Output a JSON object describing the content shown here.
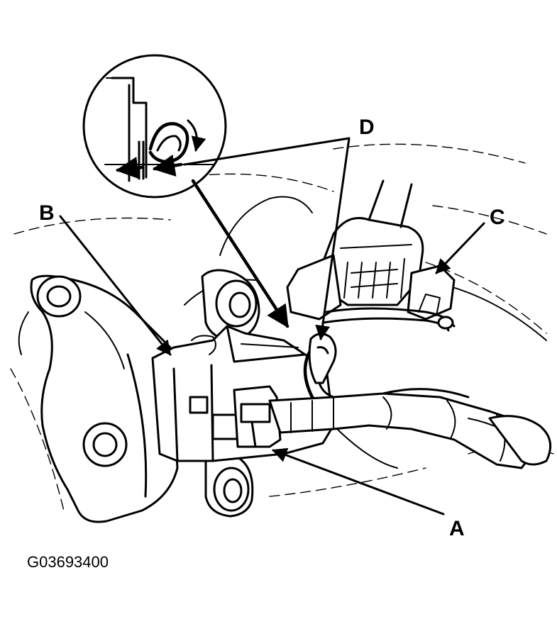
{
  "figure": {
    "callouts": [
      {
        "id": "A",
        "label": "A"
      },
      {
        "id": "B",
        "label": "B"
      },
      {
        "id": "C",
        "label": "C"
      },
      {
        "id": "D",
        "label": "D"
      }
    ],
    "figure_id": "G03693400"
  }
}
